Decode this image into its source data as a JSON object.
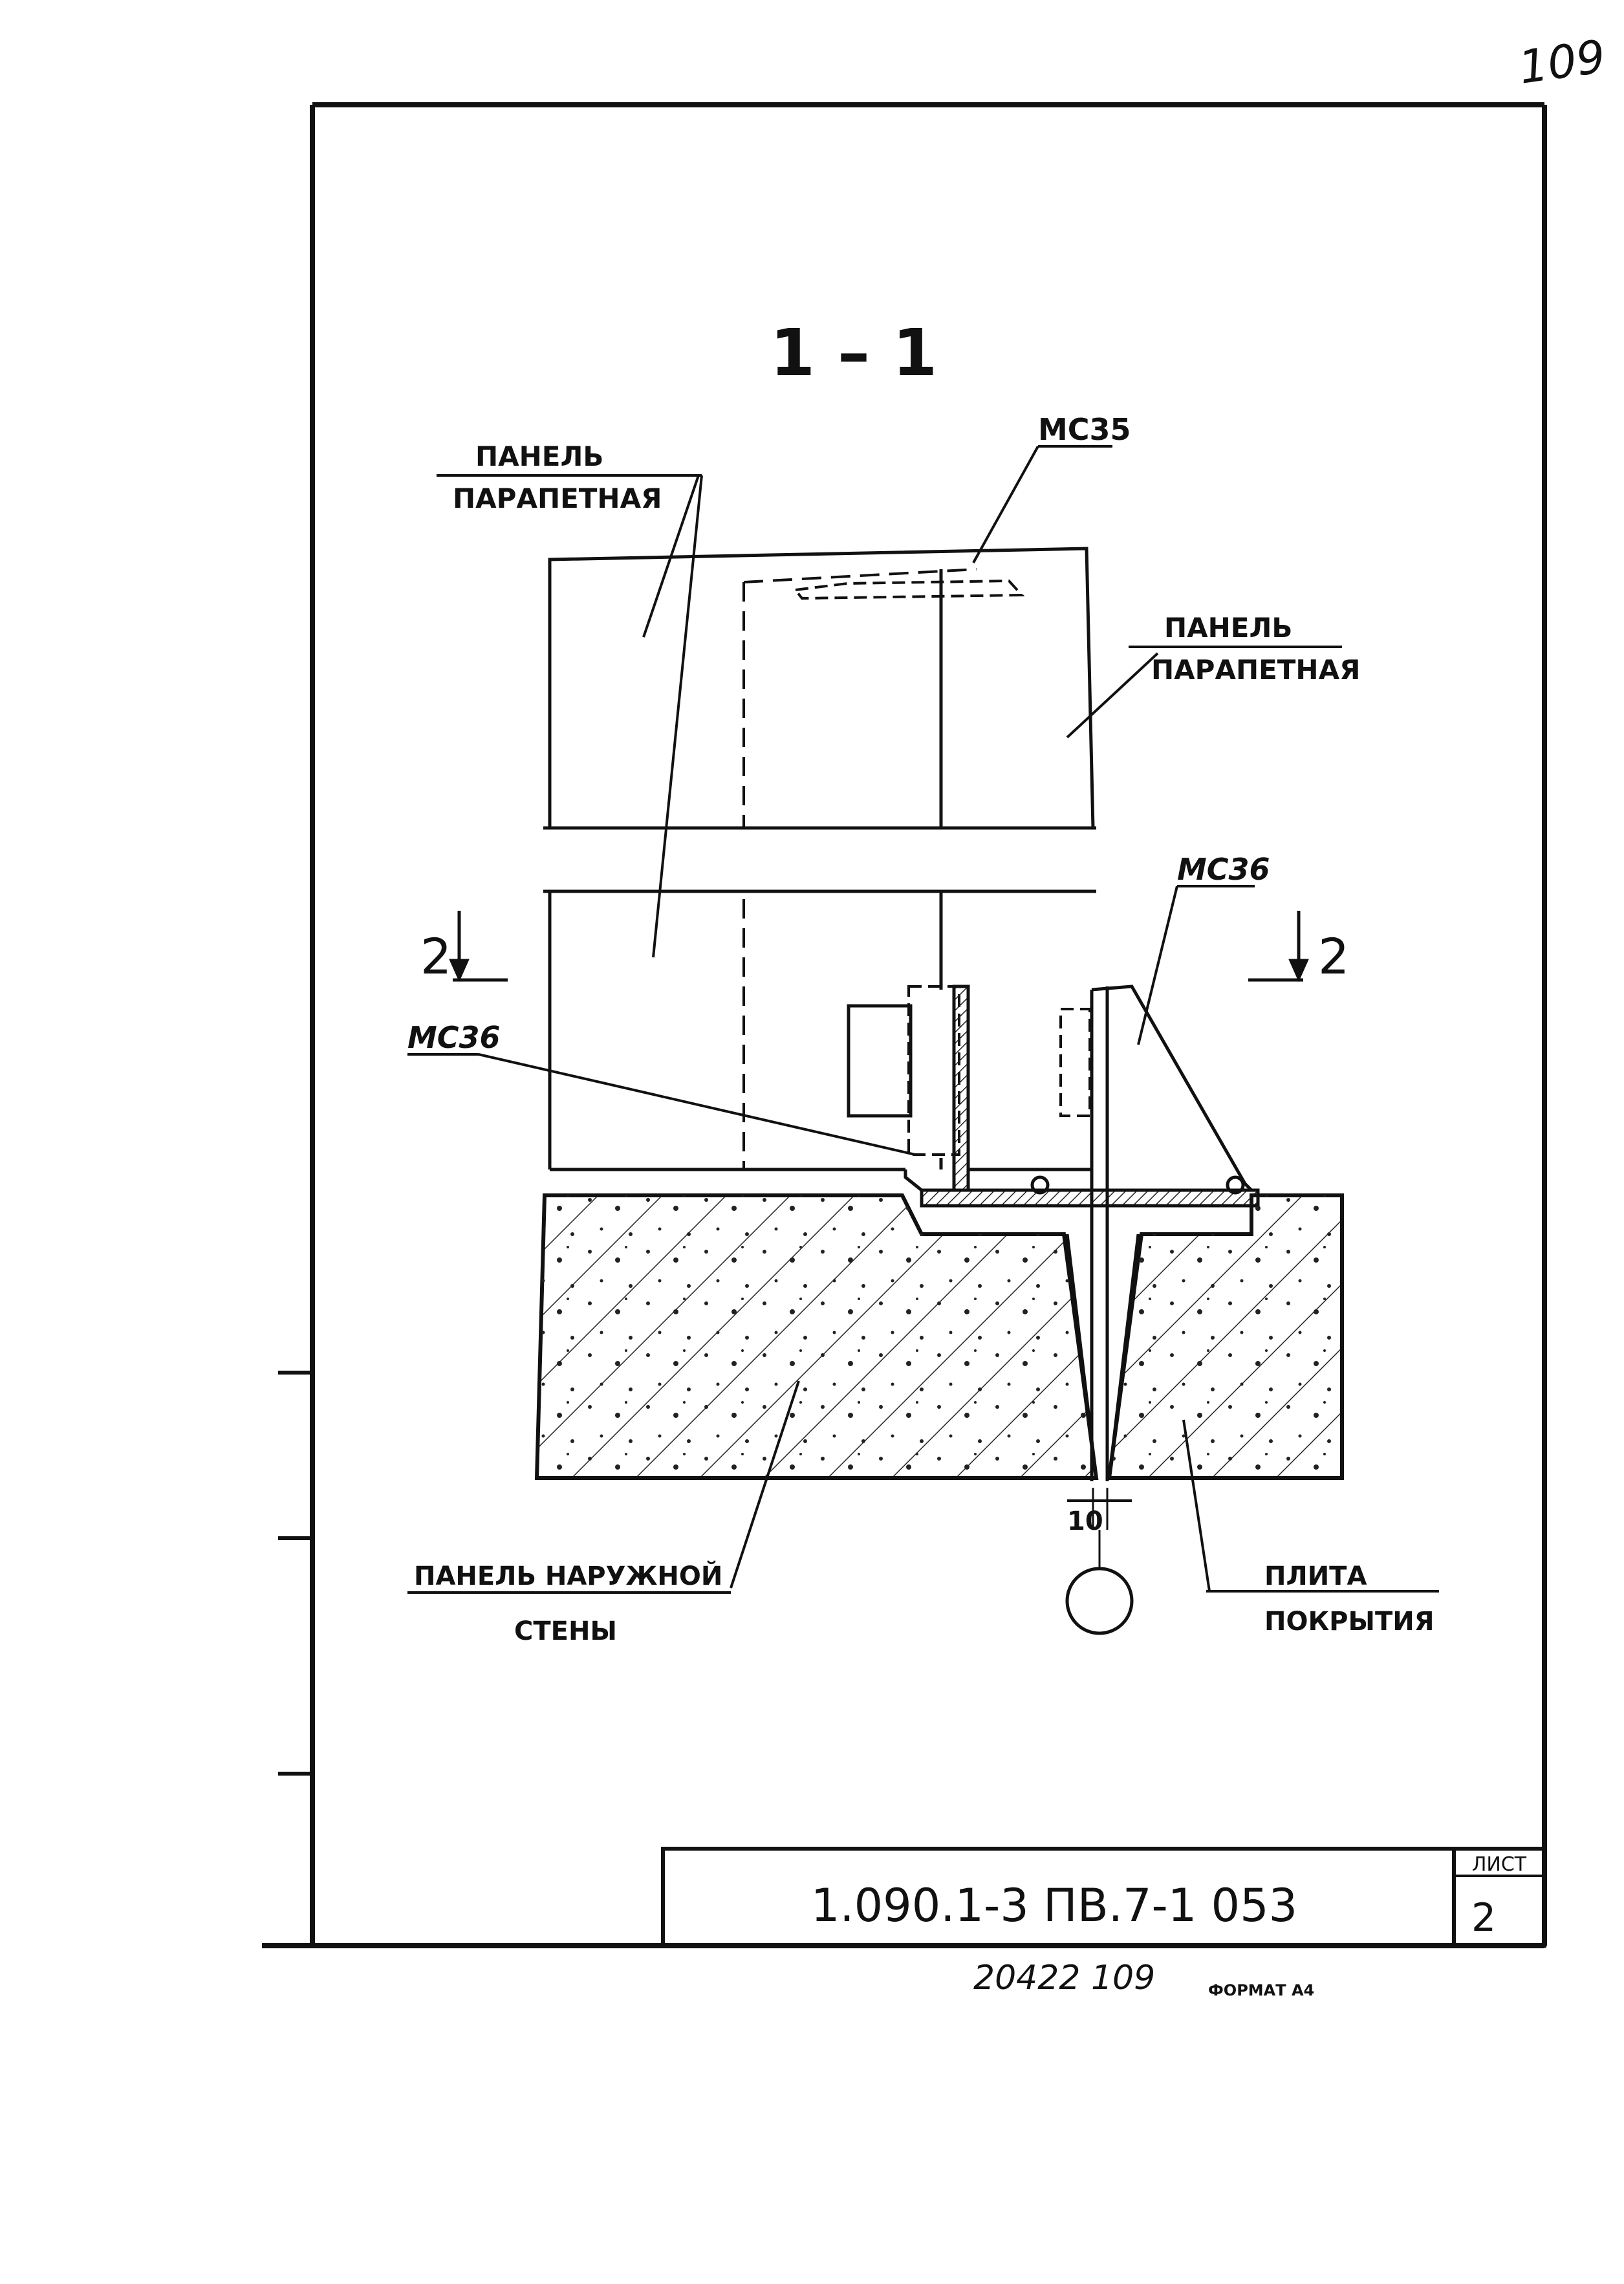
{
  "page_number_handwritten": "109",
  "section_title": "1 – 1",
  "labels": {
    "parapet_panel_left_line1": "ПАНЕЛЬ",
    "parapet_panel_left_line2": "ПАРАПЕТНАЯ",
    "parapet_panel_right_line1": "ПАНЕЛЬ",
    "parapet_panel_right_line2": "ПАРАПЕТНАЯ",
    "mc35": "МС35",
    "mc36_right": "МС36",
    "mc36_left": "МС36",
    "section_mark_left": "2",
    "section_mark_right": "2",
    "wall_panel_line1": "ПАНЕЛЬ НАРУЖНОЙ",
    "wall_panel_line2": "СТЕНЫ",
    "slab_line1": "ПЛИТА",
    "slab_line2": "ПОКРЫТИЯ",
    "dimension_10": "10"
  },
  "title_block": {
    "document_code": "1.090.1-3 ПВ.7-1  053",
    "sheet_label": "ЛИСТ",
    "sheet_number": "2"
  },
  "footer": {
    "inventory_number": "20422  109",
    "format": "ФОРМАТ А4"
  }
}
